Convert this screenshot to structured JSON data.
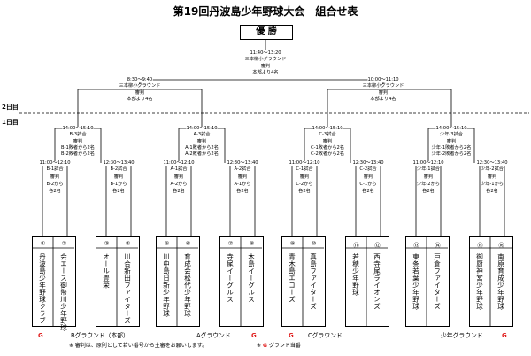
{
  "title": "第19回丹波島少年野球大会　組合せ表",
  "final": {
    "label": "優 勝",
    "time": "11:40～13:20",
    "ground": "三本柳小グラウンド",
    "umpire": "審判",
    "umpire_detail": "本部より4名"
  },
  "semis": [
    {
      "time": "8:30～9:40",
      "ground": "三本柳小グラウンド",
      "umpire": "審判",
      "umpire_detail": "本部より4名"
    },
    {
      "time": "10:00～11:10",
      "ground": "三本柳小グラウンド",
      "umpire": "審判",
      "umpire_detail": "本部より4名"
    }
  ],
  "day2_label": "2日目",
  "day1_label": "1日目",
  "quarters": [
    {
      "time": "14:00～15:10",
      "name": "B-3試合",
      "umpire": "審判",
      "line1": "B-1敗者から2名",
      "line2": "B-2敗者から2名"
    },
    {
      "time": "14:00～15:10",
      "name": "A-3試合",
      "umpire": "審判",
      "line1": "A-1敗者から2名",
      "line2": "A-2敗者から2名"
    },
    {
      "time": "14:00～15:10",
      "name": "C-3試合",
      "umpire": "審判",
      "line1": "C-1敗者から2名",
      "line2": "C-2敗者から2名"
    },
    {
      "time": "14:00～15:10",
      "name": "少年-3試合",
      "umpire": "審判",
      "line1": "少年-1敗者から2名",
      "line2": "少年-2敗者から2名"
    }
  ],
  "firsts": [
    {
      "time": "11:00～12:10",
      "name": "B-1試合",
      "umpire": "審判",
      "from": "B-2から",
      "count": "各2名"
    },
    {
      "time": "12:30～13:40",
      "name": "B-2試合",
      "umpire": "審判",
      "from": "B-1から",
      "count": "各2名"
    },
    {
      "time": "11:00～12:10",
      "name": "A-1試合",
      "umpire": "審判",
      "from": "A-2から",
      "count": "各2名"
    },
    {
      "time": "12:30～13:40",
      "name": "A-2試合",
      "umpire": "審判",
      "from": "A-1から",
      "count": "各2名"
    },
    {
      "time": "11:00～12:10",
      "name": "C-1試合",
      "umpire": "審判",
      "from": "C-2から",
      "count": "各2名"
    },
    {
      "time": "12:30～13:40",
      "name": "C-2試合",
      "umpire": "審判",
      "from": "C-1から",
      "count": "各2名"
    },
    {
      "time": "11:00～12:10",
      "name": "少年-1試合",
      "umpire": "審判",
      "from": "少年-2から",
      "count": "各2名"
    },
    {
      "time": "12:30～13:40",
      "name": "少年-2試合",
      "umpire": "審判",
      "from": "少年-1から",
      "count": "各2名"
    }
  ],
  "teams": [
    {
      "num": "①",
      "name": "丹波島少年野球クラブ"
    },
    {
      "num": "②",
      "name": "会エース御幣川少年野球"
    },
    {
      "num": "③",
      "name": "オール豊栄"
    },
    {
      "num": "④",
      "name": "川合新田ファイターズ"
    },
    {
      "num": "⑤",
      "name": "川中島日新少年野球"
    },
    {
      "num": "⑥",
      "name": "育成会松代少年野球"
    },
    {
      "num": "⑦",
      "name": "寺尾イーグルス"
    },
    {
      "num": "⑧",
      "name": "木島イーグルス"
    },
    {
      "num": "⑨",
      "name": "青木島エコーズ"
    },
    {
      "num": "⑩",
      "name": "真島ファイターズ"
    },
    {
      "num": "⑪",
      "name": "若穂少年野球"
    },
    {
      "num": "⑫",
      "name": "西寺尾ライオンズ"
    },
    {
      "num": "⑬",
      "name": "東条若葉少年野球"
    },
    {
      "num": "⑭",
      "name": "戸倉ファイターズ"
    },
    {
      "num": "⑮",
      "name": "御厨神宮少年野球"
    },
    {
      "num": "⑯",
      "name": "南原育成少年野球"
    }
  ],
  "grounds": [
    {
      "g": "G",
      "label": "Bグラウンド（本部）"
    },
    {
      "g": "G",
      "label": "Aグラウンド"
    },
    {
      "g": "G",
      "label": "Cグラウンド"
    },
    {
      "g": "G",
      "label": "少年グラウンド"
    }
  ],
  "notes": {
    "note1": "※ 審判は、原則として若い番号から主審をお願いします。",
    "note2_prefix": "※",
    "note2_g": "G",
    "note2_suffix": "グランド当番"
  },
  "colors": {
    "red": "#e01b1b"
  }
}
